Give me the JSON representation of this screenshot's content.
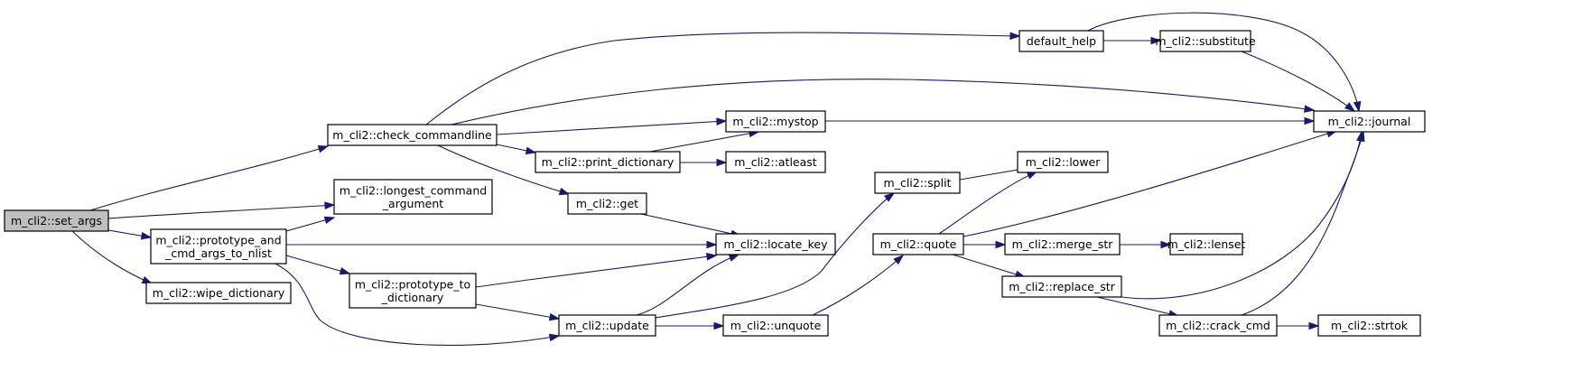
{
  "nodes": [
    {
      "id": "set_args",
      "lines": [
        "m_cli2::set_args"
      ],
      "root": true
    },
    {
      "id": "check_commandline",
      "lines": [
        "m_cli2::check_commandline"
      ]
    },
    {
      "id": "longest_command_argument",
      "lines": [
        "m_cli2::longest_command",
        "_argument"
      ]
    },
    {
      "id": "prototype_and_cmd_args_to_nlist",
      "lines": [
        "m_cli2::prototype_and",
        "_cmd_args_to_nlist"
      ]
    },
    {
      "id": "wipe_dictionary",
      "lines": [
        "m_cli2::wipe_dictionary"
      ]
    },
    {
      "id": "prototype_to_dictionary",
      "lines": [
        "m_cli2::prototype_to",
        "_dictionary"
      ]
    },
    {
      "id": "update",
      "lines": [
        "m_cli2::update"
      ]
    },
    {
      "id": "print_dictionary",
      "lines": [
        "m_cli2::print_dictionary"
      ]
    },
    {
      "id": "get",
      "lines": [
        "m_cli2::get"
      ]
    },
    {
      "id": "mystop",
      "lines": [
        "m_cli2::mystop"
      ]
    },
    {
      "id": "atleast",
      "lines": [
        "m_cli2::atleast"
      ]
    },
    {
      "id": "locate_key",
      "lines": [
        "m_cli2::locate_key"
      ]
    },
    {
      "id": "unquote",
      "lines": [
        "m_cli2::unquote"
      ]
    },
    {
      "id": "default_help",
      "lines": [
        "default_help"
      ]
    },
    {
      "id": "split",
      "lines": [
        "m_cli2::split"
      ]
    },
    {
      "id": "quote",
      "lines": [
        "m_cli2::quote"
      ]
    },
    {
      "id": "substitute",
      "lines": [
        "m_cli2::substitute"
      ]
    },
    {
      "id": "lower",
      "lines": [
        "m_cli2::lower"
      ]
    },
    {
      "id": "merge_str",
      "lines": [
        "m_cli2::merge_str"
      ]
    },
    {
      "id": "replace_str",
      "lines": [
        "m_cli2::replace_str"
      ]
    },
    {
      "id": "lenset",
      "lines": [
        "m_cli2::lenset"
      ]
    },
    {
      "id": "crack_cmd",
      "lines": [
        "m_cli2::crack_cmd"
      ]
    },
    {
      "id": "strtok",
      "lines": [
        "m_cli2::strtok"
      ]
    },
    {
      "id": "journal",
      "lines": [
        "m_cli2::journal"
      ]
    }
  ],
  "edges": [
    {
      "from": "set_args",
      "to": "check_commandline"
    },
    {
      "from": "set_args",
      "to": "longest_command_argument"
    },
    {
      "from": "set_args",
      "to": "prototype_and_cmd_args_to_nlist"
    },
    {
      "from": "set_args",
      "to": "wipe_dictionary"
    },
    {
      "from": "check_commandline",
      "to": "default_help"
    },
    {
      "from": "check_commandline",
      "to": "journal"
    },
    {
      "from": "check_commandline",
      "to": "mystop"
    },
    {
      "from": "check_commandline",
      "to": "print_dictionary"
    },
    {
      "from": "check_commandline",
      "to": "get"
    },
    {
      "from": "prototype_and_cmd_args_to_nlist",
      "to": "longest_command_argument"
    },
    {
      "from": "prototype_and_cmd_args_to_nlist",
      "to": "locate_key"
    },
    {
      "from": "prototype_and_cmd_args_to_nlist",
      "to": "prototype_to_dictionary"
    },
    {
      "from": "prototype_and_cmd_args_to_nlist",
      "to": "update"
    },
    {
      "from": "prototype_to_dictionary",
      "to": "locate_key"
    },
    {
      "from": "prototype_to_dictionary",
      "to": "update"
    },
    {
      "from": "update",
      "to": "locate_key"
    },
    {
      "from": "update",
      "to": "split"
    },
    {
      "from": "update",
      "to": "unquote"
    },
    {
      "from": "print_dictionary",
      "to": "mystop"
    },
    {
      "from": "print_dictionary",
      "to": "atleast"
    },
    {
      "from": "get",
      "to": "locate_key"
    },
    {
      "from": "mystop",
      "to": "journal"
    },
    {
      "from": "unquote",
      "to": "quote"
    },
    {
      "from": "default_help",
      "to": "substitute"
    },
    {
      "from": "default_help",
      "to": "journal"
    },
    {
      "from": "substitute",
      "to": "journal"
    },
    {
      "from": "split",
      "to": "lower"
    },
    {
      "from": "quote",
      "to": "lower"
    },
    {
      "from": "quote",
      "to": "journal"
    },
    {
      "from": "quote",
      "to": "merge_str"
    },
    {
      "from": "quote",
      "to": "replace_str"
    },
    {
      "from": "merge_str",
      "to": "lenset"
    },
    {
      "from": "replace_str",
      "to": "journal"
    },
    {
      "from": "replace_str",
      "to": "crack_cmd"
    },
    {
      "from": "crack_cmd",
      "to": "journal"
    },
    {
      "from": "crack_cmd",
      "to": "strtok"
    }
  ]
}
